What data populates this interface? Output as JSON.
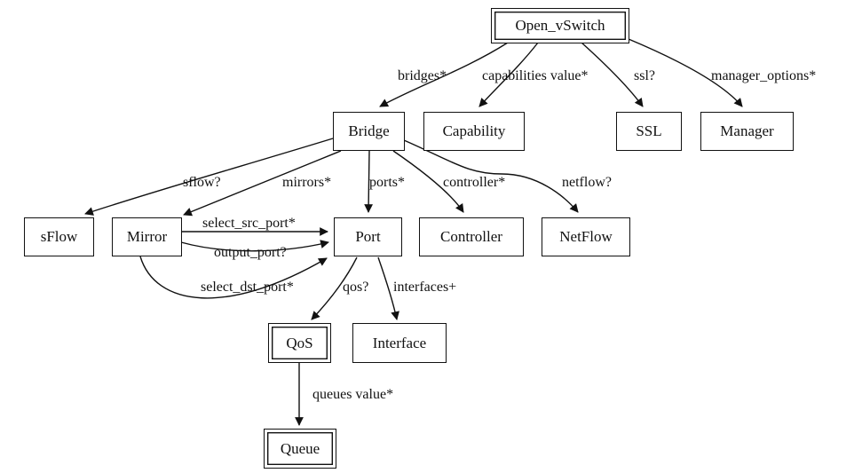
{
  "diagram": {
    "nodes": {
      "open_vswitch": "Open_vSwitch",
      "bridge": "Bridge",
      "capability": "Capability",
      "ssl": "SSL",
      "manager": "Manager",
      "sflow": "sFlow",
      "mirror": "Mirror",
      "port": "Port",
      "controller": "Controller",
      "netflow": "NetFlow",
      "qos": "QoS",
      "interface": "Interface",
      "queue": "Queue"
    },
    "edge_labels": {
      "bridges": "bridges*",
      "capabilities": "capabilities value*",
      "ssl": "ssl?",
      "manager_options": "manager_options*",
      "sflow": "sflow?",
      "mirrors": "mirrors*",
      "ports": "ports*",
      "controller": "controller*",
      "netflow": "netflow?",
      "select_src_port": "select_src_port*",
      "output_port": "output_port?",
      "select_dst_port": "select_dst_port*",
      "qos": "qos?",
      "interfaces": "interfaces+",
      "queues": "queues value*"
    },
    "colors": {
      "line": "#111111",
      "background": "#ffffff"
    }
  }
}
